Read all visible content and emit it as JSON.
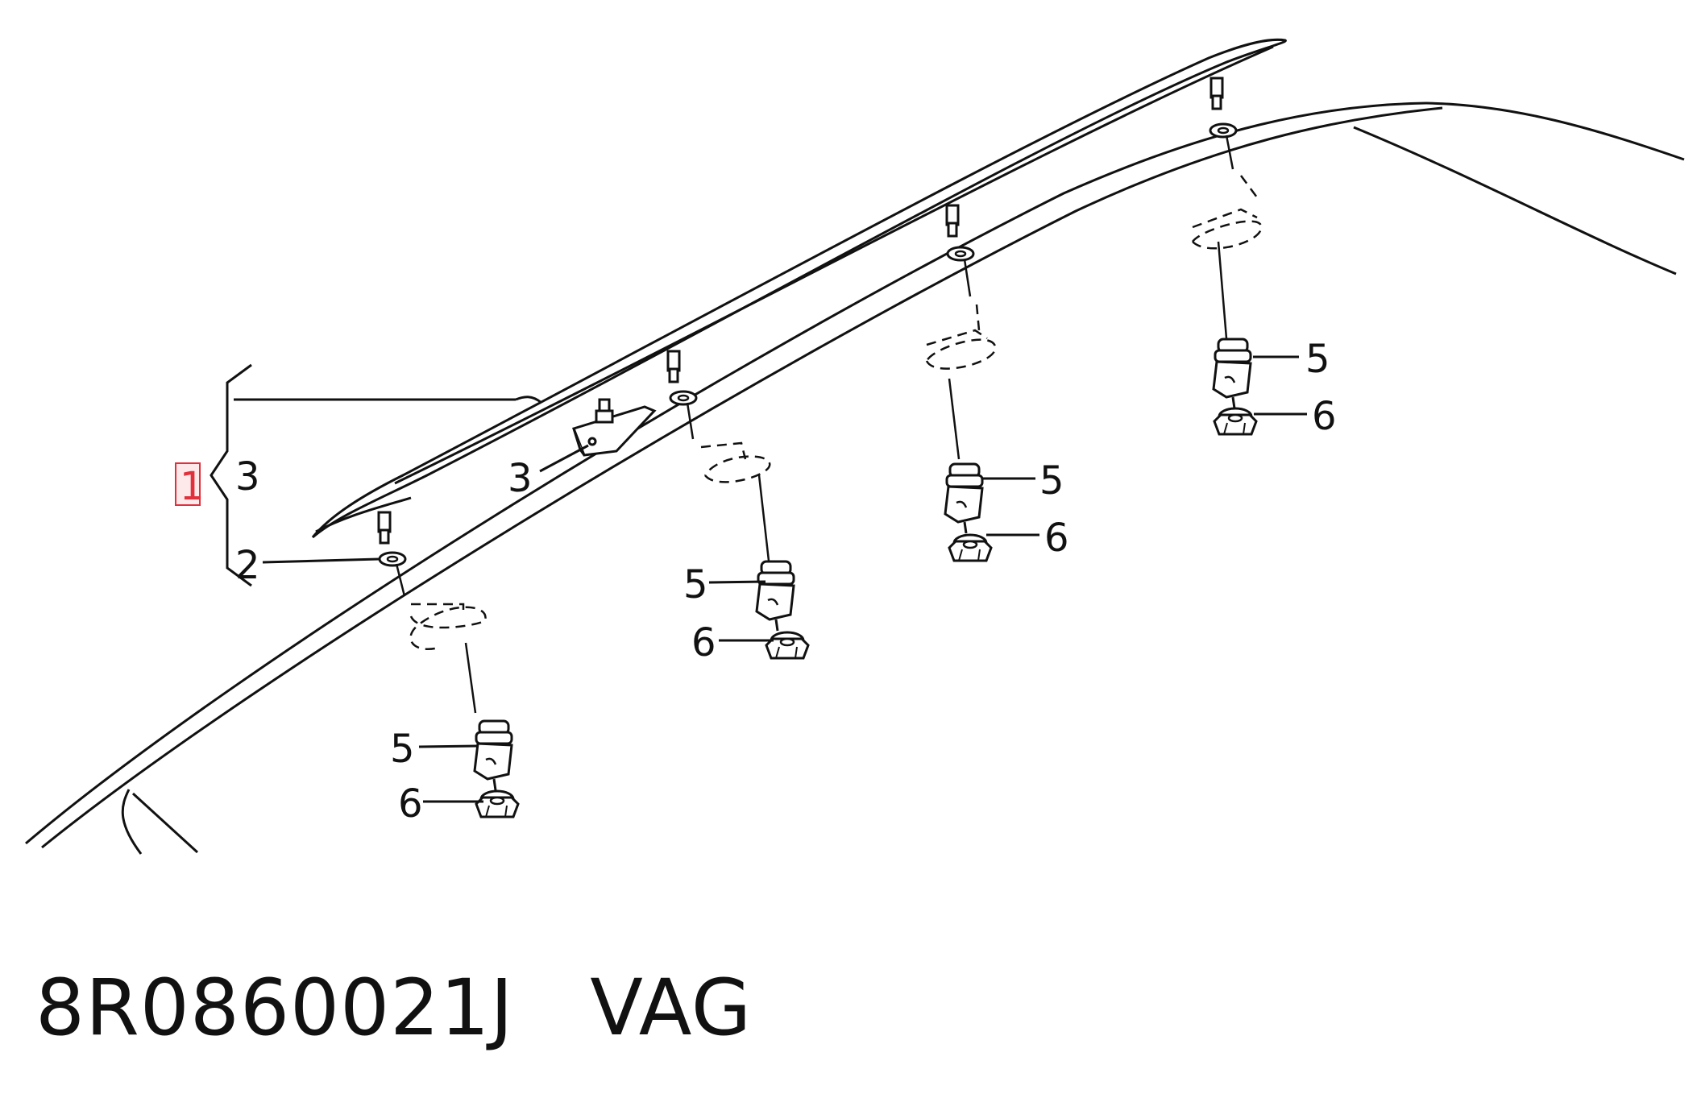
{
  "diagram": {
    "callouts": {
      "assembly": "1",
      "bracket_roof_rail": "3",
      "bracket_clip": "3",
      "washer": "2",
      "stud_a": "5",
      "stud_b": "5",
      "stud_c": "5",
      "stud_d": "5",
      "nut_a": "6",
      "nut_b": "6",
      "nut_c": "6",
      "nut_d": "6"
    },
    "highlight_color": "#e0303c"
  },
  "footer": {
    "part_number": "8R0860021J",
    "brand": "VAG"
  }
}
